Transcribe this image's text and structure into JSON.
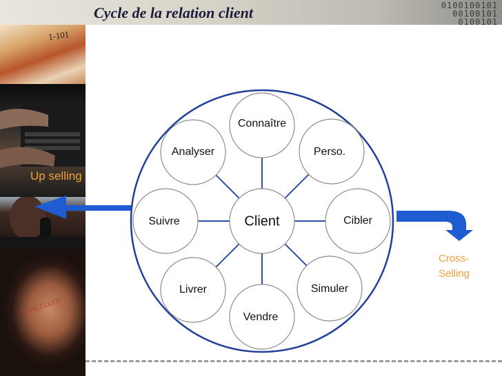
{
  "header": {
    "title": "Cycle de la relation client",
    "binary_lines": [
      "0100100101",
      "00100101",
      "0100101"
    ]
  },
  "photos": {
    "newspaper_text": "1-101",
    "stamp_text": "CANCELLED"
  },
  "diagram": {
    "center": "Client",
    "nodes": {
      "top": "Connaître",
      "top_right": "Perso.",
      "right": "Cibler",
      "bottom_right": "Simuler",
      "bottom": "Vendre",
      "bottom_left": "Livrer",
      "left": "Suivre",
      "top_left": "Analyser"
    }
  },
  "labels": {
    "up_selling": "Up selling",
    "cross_selling_line1": "Cross-",
    "cross_selling_line2": "Selling"
  },
  "colors": {
    "arrow_blue": "#1f5bd1",
    "label_orange": "#f2a13a",
    "circle_stroke": "#1f3f9a",
    "connector": "#2b4ea8"
  }
}
